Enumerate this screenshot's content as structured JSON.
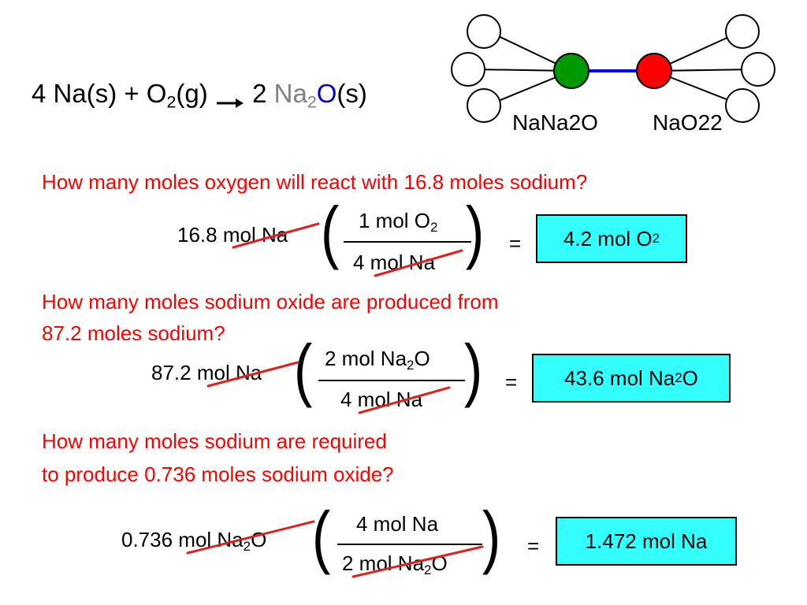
{
  "equation": {
    "lhs": "4 Na(s) + O",
    "o2_sub": "2",
    "g": "(g)",
    "coef": "2 ",
    "product_na": "Na",
    "product_sub": "2",
    "product_o": "O",
    "state": "(s)"
  },
  "diagram": {
    "left_label": "NaNa2O",
    "right_label": "NaO22",
    "colors": {
      "left": "#00a000",
      "right": "#ff0000",
      "bond": "#0000ff"
    }
  },
  "problem1": {
    "question": "How many moles oxygen will react with 16.8 moles sodium?",
    "given": "16.8 mol Na",
    "numerator": "1 mol O",
    "numerator_sub": "2",
    "denominator": "4 mol Na",
    "equals": "=",
    "answer": "4.2 mol O",
    "answer_sub": "2"
  },
  "problem2": {
    "question_line1": "How many moles sodium oxide are produced from",
    "question_line2": "87.2 moles sodium?",
    "given": "87.2 mol Na",
    "numerator": "2 mol Na",
    "numerator_sub": "2",
    "numerator_tail": "O",
    "denominator": "4 mol Na",
    "equals": "=",
    "answer": "43.6 mol Na",
    "answer_sub": "2",
    "answer_tail": "O"
  },
  "problem3": {
    "question_line1": "How many moles sodium are required",
    "question_line2": "to produce 0.736 moles sodium oxide?",
    "given": "0.736 mol Na",
    "given_sub": "2",
    "given_tail": "O",
    "numerator": "4 mol Na",
    "denominator": "2 mol Na",
    "denominator_sub": "2",
    "denominator_tail": "O",
    "equals": "=",
    "answer": "1.472 mol Na"
  }
}
